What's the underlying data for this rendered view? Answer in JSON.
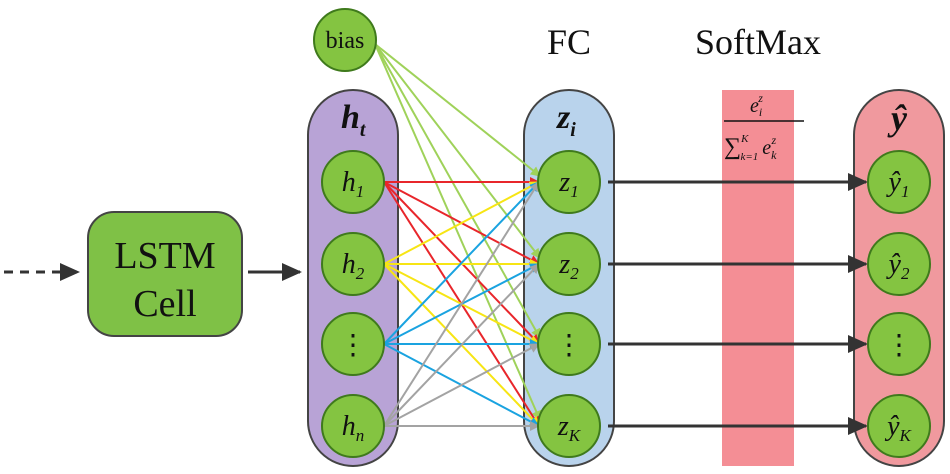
{
  "labels": {
    "bias": "bias",
    "fc": "FC",
    "softmax": "SoftMax",
    "lstm_line1": "LSTM",
    "lstm_line2": "Cell",
    "h_header": "h",
    "h_header_sub": "t",
    "z_header": "z",
    "z_header_sub": "i",
    "y_header": "ŷ",
    "dots": "⋮"
  },
  "formula": {
    "num_base": "e",
    "num_sub": "i",
    "num_sup": "z",
    "den_sum": "∑",
    "den_sup": "K",
    "den_sub": "k=1",
    "den_base": "e",
    "den_base_sub": "k",
    "den_base_sup": "z"
  },
  "h_nodes": [
    {
      "base": "h",
      "sub": "1"
    },
    {
      "base": "h",
      "sub": "2"
    },
    {
      "base": "⋮",
      "sub": ""
    },
    {
      "base": "h",
      "sub": "n"
    }
  ],
  "z_nodes": [
    {
      "base": "z",
      "sub": "1"
    },
    {
      "base": "z",
      "sub": "2"
    },
    {
      "base": "⋮",
      "sub": ""
    },
    {
      "base": "z",
      "sub": "K"
    }
  ],
  "y_nodes": [
    {
      "base": "ŷ",
      "sub": "1"
    },
    {
      "base": "ŷ",
      "sub": "2"
    },
    {
      "base": "⋮",
      "sub": ""
    },
    {
      "base": "ŷ",
      "sub": "K"
    }
  ],
  "colors": {
    "node_fill": "#84c441",
    "node_stroke": "#3f7a1c",
    "lstm_fill": "#7fc146",
    "h_column": "#b8a3d6",
    "z_column": "#b9d3ec",
    "y_column": "#f0999e",
    "softmax_band": "#f48e95",
    "edge_h1": "#e8262b",
    "edge_h2": "#f7e514",
    "edge_h3": "#1aa3e0",
    "edge_hn": "#a3a3a3",
    "edge_bias": "#9fd25a",
    "arrow": "#333333"
  }
}
